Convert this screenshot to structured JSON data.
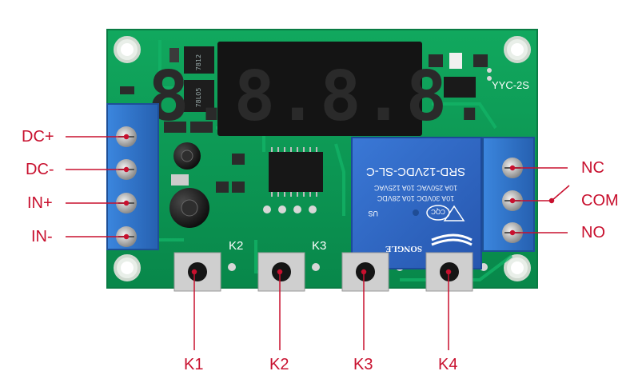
{
  "board": {
    "model": "YYC-2S",
    "display_digits": "8.8.8.8.",
    "chip_a": "7812",
    "chip_b": "78L05",
    "onboard_key_labels": [
      "K2",
      "K3"
    ],
    "relay": {
      "model": "SRD-12VDC-SL-C",
      "rating_1": "10A 250VAC 10A 125VAC",
      "rating_2": "10A 30VDC 10A 28VDC",
      "brand": "SONGLE",
      "mark_ul": "US",
      "mark_cqc": "CQC"
    }
  },
  "labels": {
    "left": [
      "DC+",
      "DC-",
      "IN+",
      "IN-"
    ],
    "right": [
      "NC",
      "COM",
      "NO"
    ],
    "bottom": [
      "K1",
      "K2",
      "K3",
      "K4"
    ]
  },
  "colors": {
    "pcb": "#0b9a53",
    "pcb_dark": "#08763f",
    "terminal": "#2f73c9",
    "relay": "#2c66c4",
    "display": "#161616",
    "callout": "#c8102e"
  }
}
